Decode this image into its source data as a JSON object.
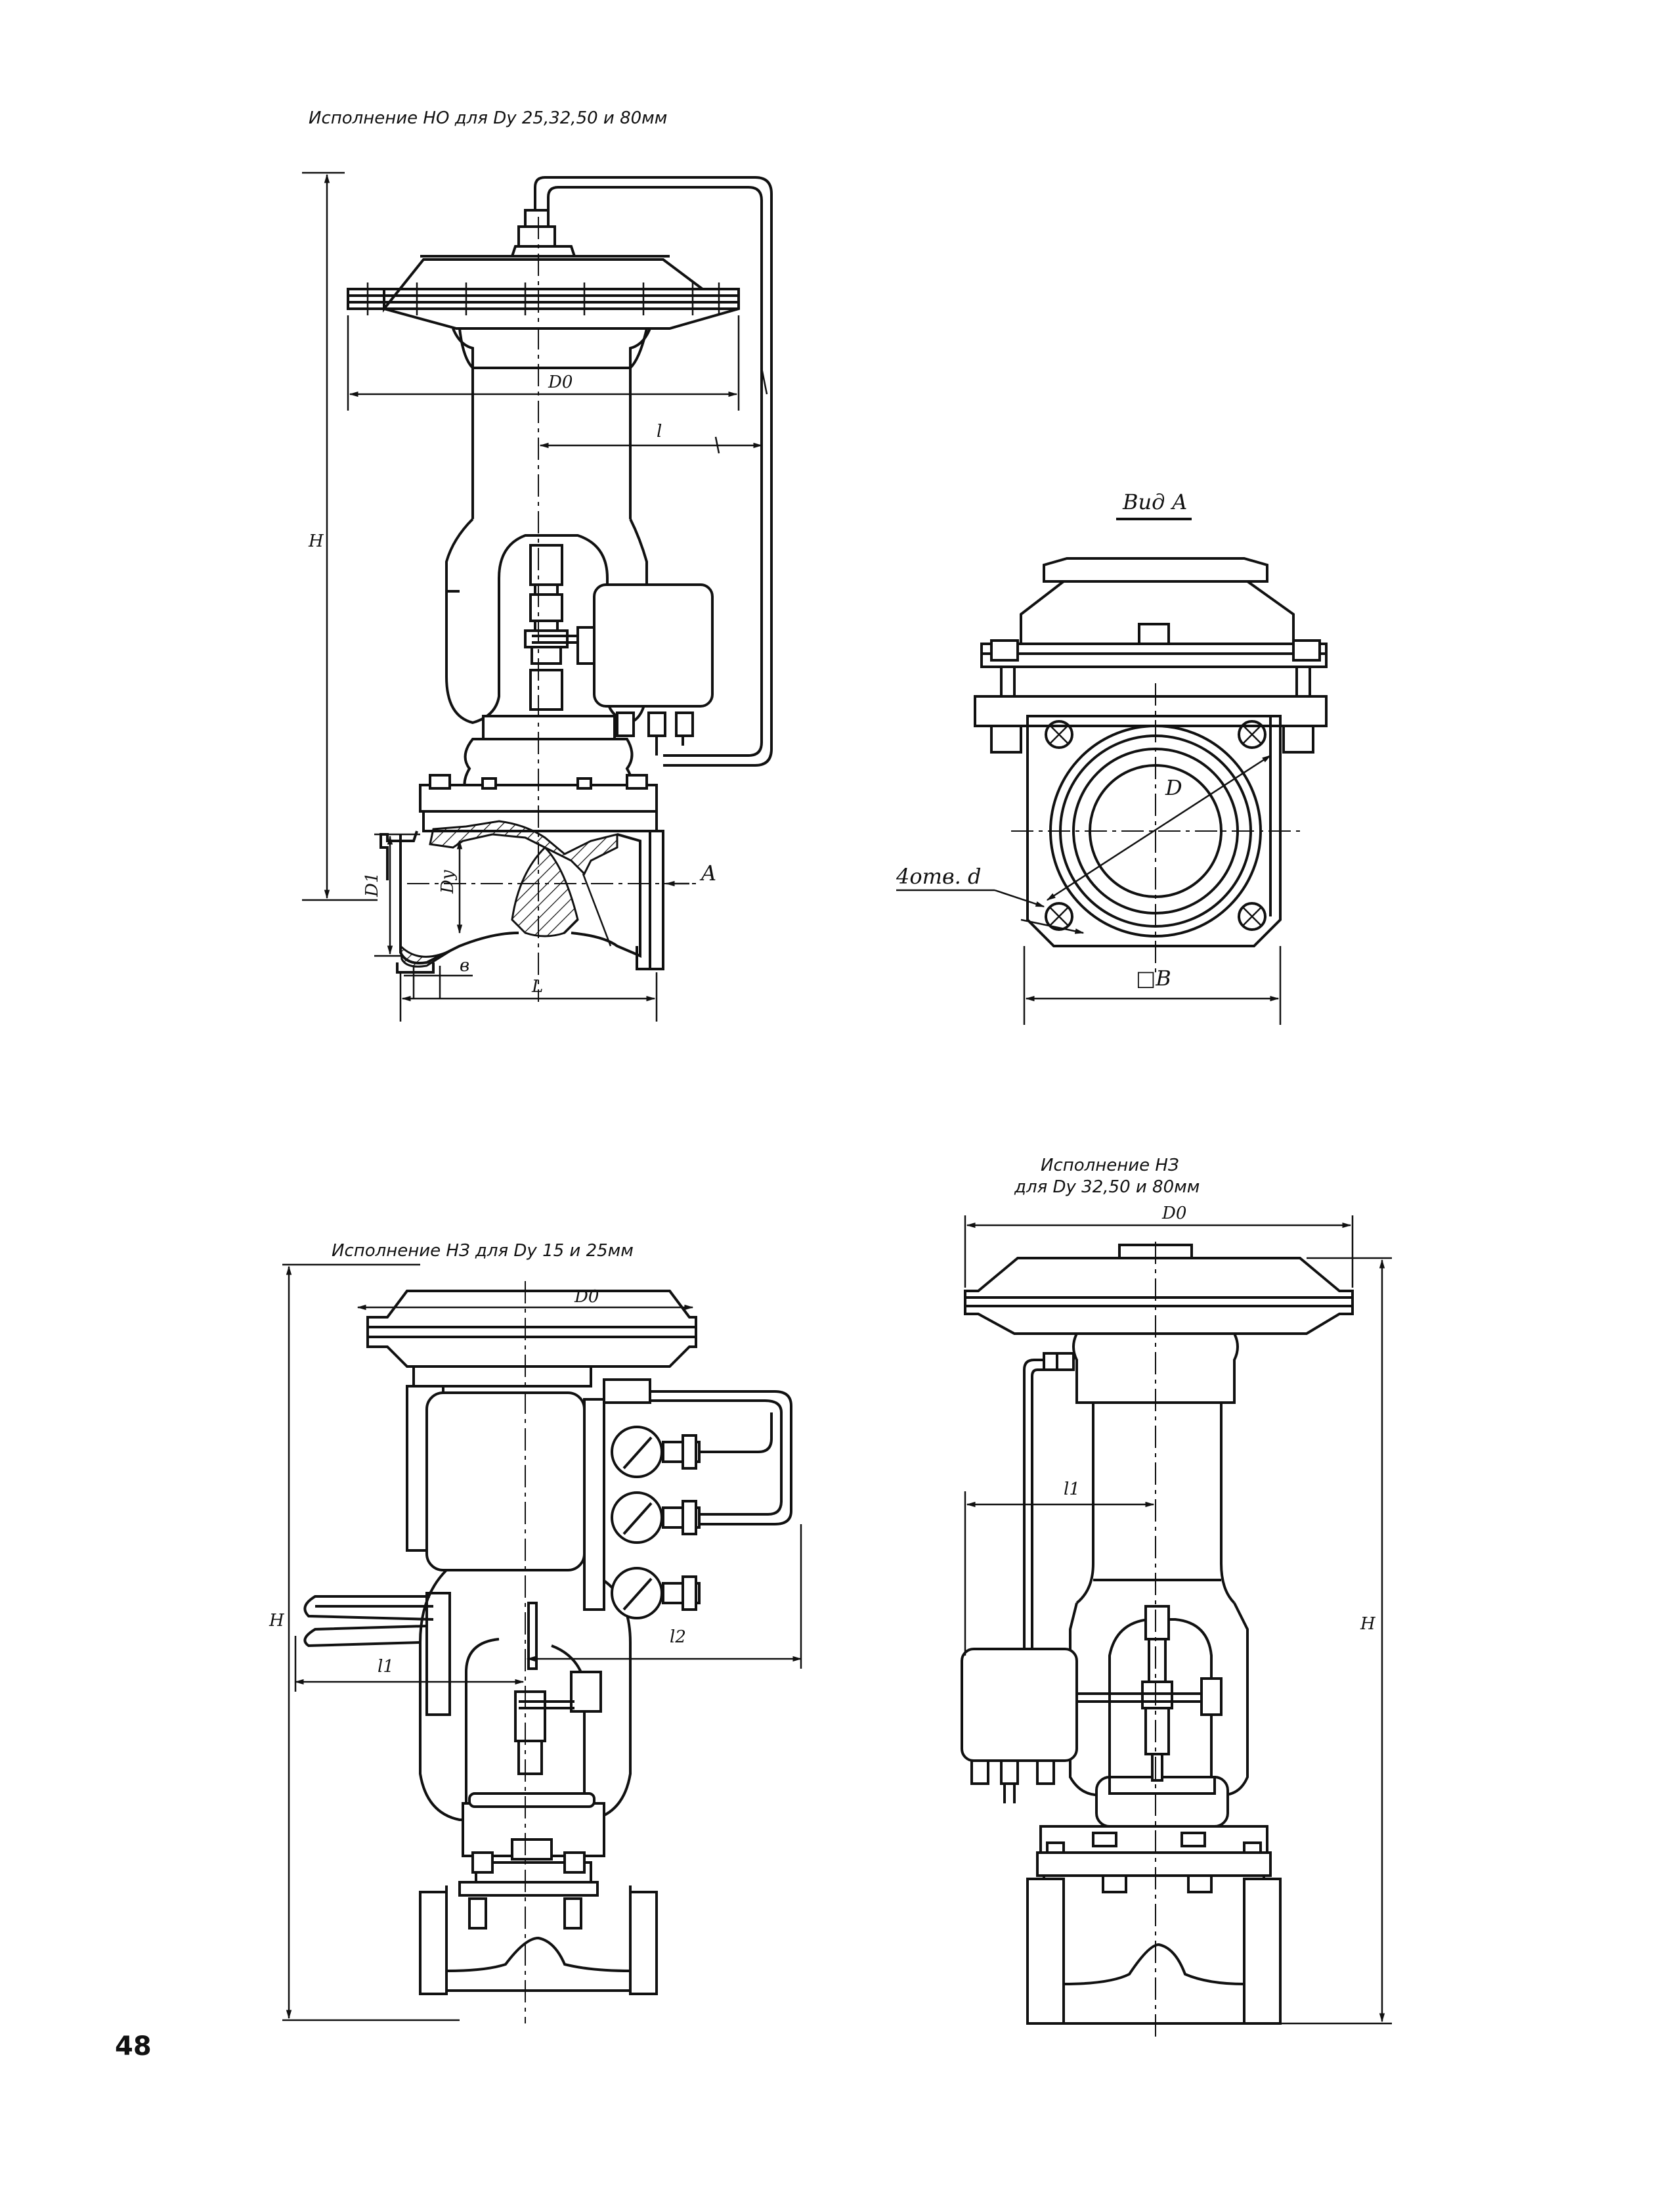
{
  "page_number": "48",
  "figures": {
    "top_left": {
      "title": "Исполнение НО для Dy 25,32,50 и 80мм",
      "labels": {
        "D0": "D0",
        "l": "l",
        "H": "H",
        "D1": "D1",
        "Dy": "Dy",
        "b": "в",
        "L": "L",
        "A": "A"
      }
    },
    "top_right": {
      "title": "Вид А",
      "labels": {
        "D": "D",
        "holes": "4отв. d",
        "B": "□B"
      }
    },
    "bottom_left": {
      "title": "Исполнение НЗ для Dy 15 и 25мм",
      "labels": {
        "D0": "D0",
        "H": "H",
        "l1": "l1",
        "l2": "l2"
      }
    },
    "bottom_right": {
      "title_line1": "Исполнение НЗ",
      "title_line2": "для Dy 32,50 и 80мм",
      "labels": {
        "D0": "D0",
        "l1": "l1",
        "H": "H"
      }
    }
  }
}
